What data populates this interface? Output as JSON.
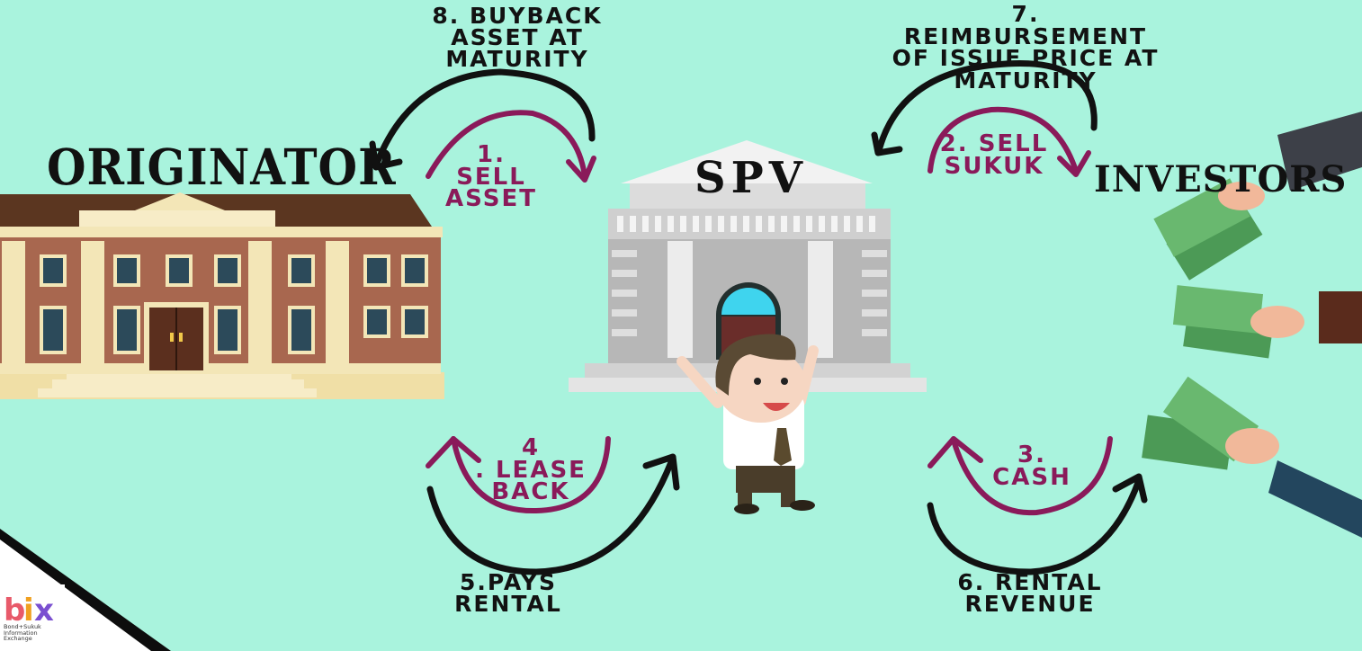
{
  "entities": {
    "originator": "ORIGINATOR",
    "spv": "SPV",
    "investors": "INVESTORS"
  },
  "steps": {
    "s1": "1. SELL\nASSET",
    "s2": "2. SELL\nSUKUK",
    "s3": "3.\nCASH",
    "s4": "4\n. LEASE\nBACK",
    "s5": "5.PAYS\nRENTAL",
    "s6": "6. RENTAL\nREVENUE",
    "s7": "7. REIMBURSEMENT\nOF ISSUE PRICE AT\nMATURITY",
    "s8": "8. BUYBACK\nASSET AT\nMATURITY"
  },
  "logo": {
    "name": "bix",
    "tagline": "Bond+Sukuk\nInformation\nExchange"
  },
  "colors": {
    "background": "#a9f3dd",
    "inner_arrows": "#8a1a5a",
    "outer_arrows": "#111111"
  }
}
